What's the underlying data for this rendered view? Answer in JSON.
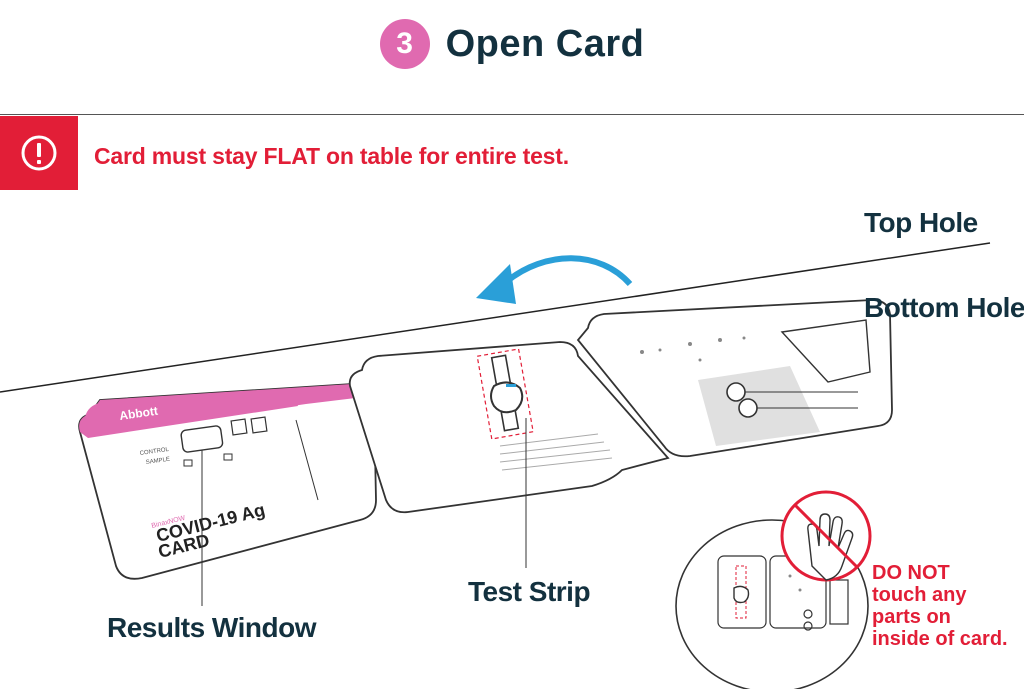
{
  "step": {
    "number": "3",
    "title": "Open Card"
  },
  "warning": {
    "icon": "exclamation-circle-icon",
    "text": "Card must stay FLAT on table for entire test.",
    "color": "#e21e37"
  },
  "labels": {
    "top_hole": "Top Hole",
    "bottom_hole": "Bottom Hole",
    "test_strip": "Test Strip",
    "results_window": "Results Window"
  },
  "card_front": {
    "brand": "Abbott",
    "control": "CONTROL",
    "sample": "SAMPLE",
    "product_small": "BinaxNOW",
    "product_line1": "COVID-19 Ag",
    "product_line2": "CARD"
  },
  "inset": {
    "lines": [
      "DO NOT",
      "touch any",
      "parts on",
      "inside of card."
    ]
  },
  "colors": {
    "accent_pink": "#e06ab0",
    "arrow_blue": "#2a9fd8",
    "navy": "#13313f",
    "red": "#e21e37"
  }
}
